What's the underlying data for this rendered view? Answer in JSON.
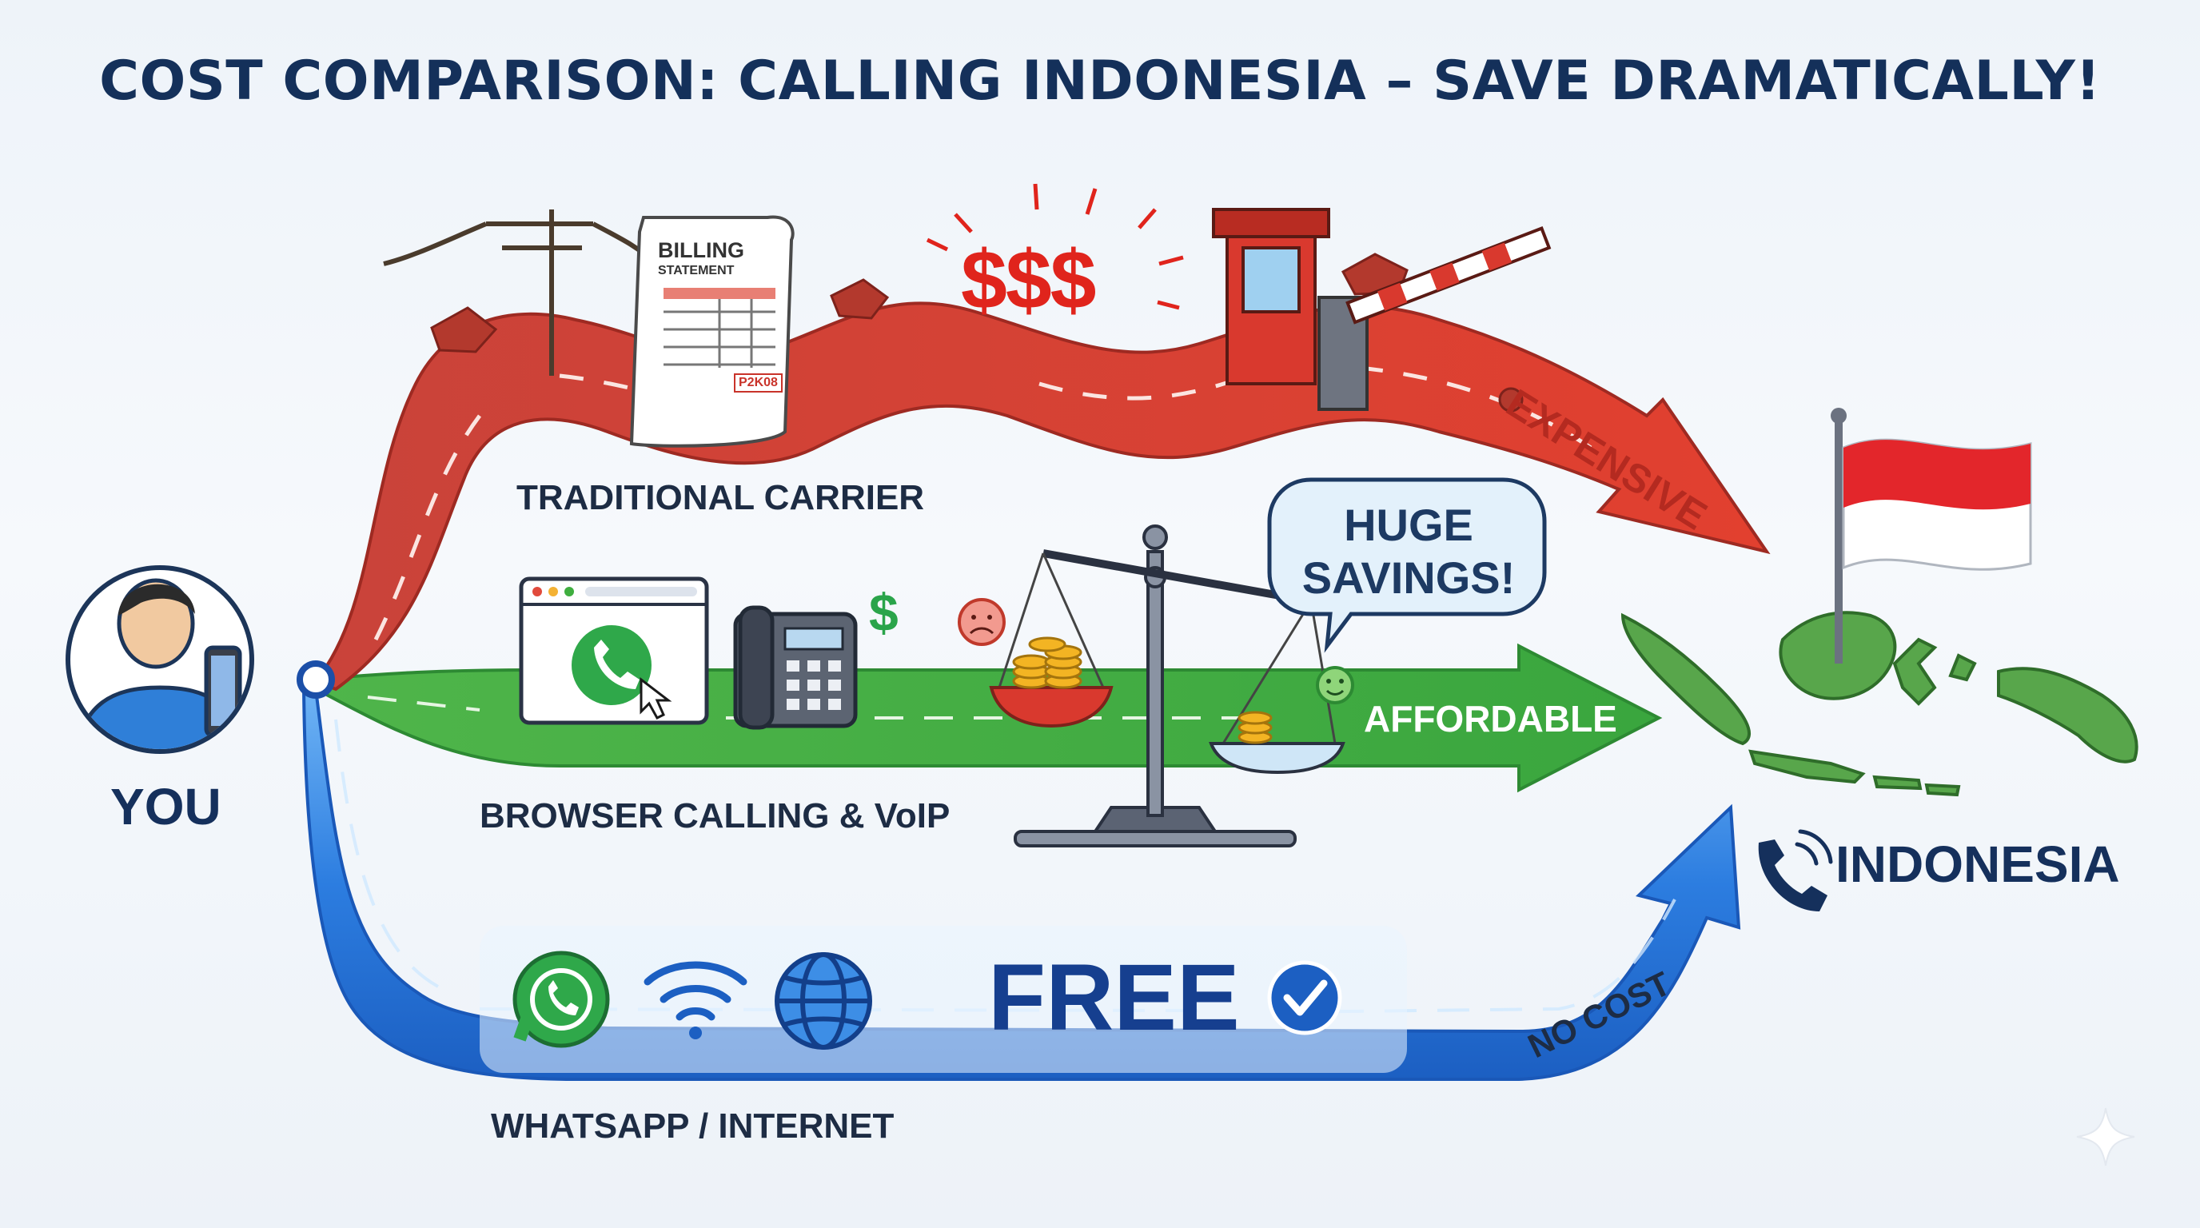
{
  "title": "COST COMPARISON: CALLING INDONESIA – SAVE DRAMATICALLY!",
  "left": {
    "label": "YOU"
  },
  "right": {
    "label": "INDONESIA"
  },
  "routes": {
    "traditional": {
      "label": "TRADITIONAL CARRIER",
      "cost_tag": "EXPENSIVE",
      "color": "#d9392e"
    },
    "browser": {
      "label": "BROWSER CALLING & VoIP",
      "cost_tag": "AFFORDABLE",
      "color": "#3fae3f"
    },
    "whatsapp": {
      "label": "WHATSAPP / INTERNET",
      "cost_tag": "NO COST",
      "badge": "FREE",
      "color": "#2b7ee0"
    }
  },
  "billing": {
    "title": "BILLING",
    "subtitle": "STATEMENT",
    "stamp": "P2K08"
  },
  "money": {
    "big": "$$$",
    "small": "$"
  },
  "bubble": {
    "text": "HUGE SAVINGS!"
  },
  "colors": {
    "title": "#14305a",
    "flag_red": "#e3262b",
    "map_green": "#4f9e45"
  },
  "icons": [
    "person-phone-icon",
    "phone-pole-icon",
    "bill-icon",
    "toll-booth-icon",
    "browser-call-icon",
    "desk-phone-icon",
    "scale-icon",
    "sad-face-icon",
    "smile-face-icon",
    "whatsapp-icon",
    "wifi-icon",
    "globe-icon",
    "check-icon",
    "phone-icon",
    "flag-icon",
    "map-icon",
    "sparkle-icon"
  ]
}
